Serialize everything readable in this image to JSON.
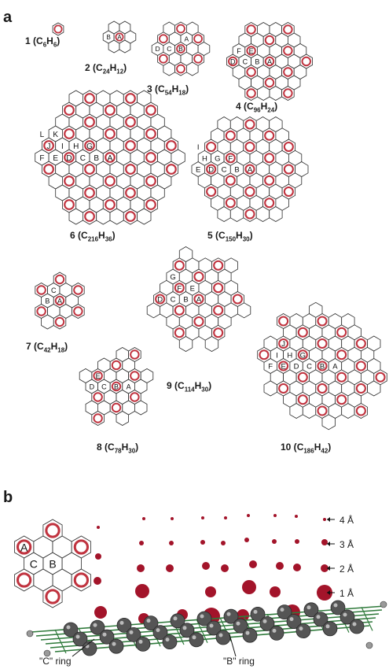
{
  "panels": {
    "a": {
      "letter": "a",
      "molecules": [
        {
          "num": "1",
          "formula": [
            "C",
            "6",
            "H",
            "6"
          ],
          "ring_labels": []
        },
        {
          "num": "2",
          "formula": [
            "C",
            "24",
            "H",
            "12"
          ],
          "ring_labels": [
            "B",
            "A"
          ]
        },
        {
          "num": "3",
          "formula": [
            "C",
            "54",
            "H",
            "18"
          ],
          "ring_labels": [
            "D",
            "C",
            "B",
            "A"
          ]
        },
        {
          "num": "4",
          "formula": [
            "C",
            "96",
            "H",
            "24"
          ],
          "ring_labels": [
            "F",
            "E",
            "D",
            "C",
            "B",
            "A"
          ]
        },
        {
          "num": "6",
          "formula": [
            "C",
            "216",
            "H",
            "36"
          ],
          "ring_labels": [
            "L",
            "K",
            "J",
            "I",
            "H",
            "G",
            "F",
            "E",
            "D",
            "C",
            "B",
            "A"
          ]
        },
        {
          "num": "5",
          "formula": [
            "C",
            "150",
            "H",
            "30"
          ],
          "ring_labels": [
            "I",
            "H",
            "G",
            "F",
            "E",
            "D",
            "C",
            "B",
            "A"
          ]
        },
        {
          "num": "7",
          "formula": [
            "C",
            "42",
            "H",
            "18"
          ],
          "ring_labels": [
            "C",
            "B",
            "A"
          ]
        },
        {
          "num": "9",
          "formula": [
            "C",
            "114",
            "H",
            "30"
          ],
          "ring_labels": [
            "G",
            "F",
            "E",
            "D",
            "C",
            "B",
            "A"
          ]
        },
        {
          "num": "8",
          "formula": [
            "C",
            "78",
            "H",
            "30"
          ],
          "ring_labels": [
            "E",
            "D",
            "C",
            "B",
            "A"
          ]
        },
        {
          "num": "10",
          "formula": [
            "C",
            "186",
            "H",
            "42"
          ],
          "ring_labels": [
            "J",
            "I",
            "H",
            "G",
            "F",
            "E",
            "D",
            "C",
            "B",
            "A"
          ]
        }
      ]
    },
    "b": {
      "letter": "b",
      "inset_ring_labels": [
        "C",
        "B",
        "A"
      ],
      "scale": [
        "4 Å",
        "3 Å",
        "2 Å",
        "1 Å"
      ],
      "ring_callouts": [
        "\"C\" ring",
        "\"B\" ring"
      ]
    }
  },
  "colors": {
    "ring_red": "#c0333f",
    "dot_red": "#a3142a",
    "hex_stroke": "#2b2b2b",
    "carbon": "#555555",
    "bond_green": "#2f7a3b"
  }
}
